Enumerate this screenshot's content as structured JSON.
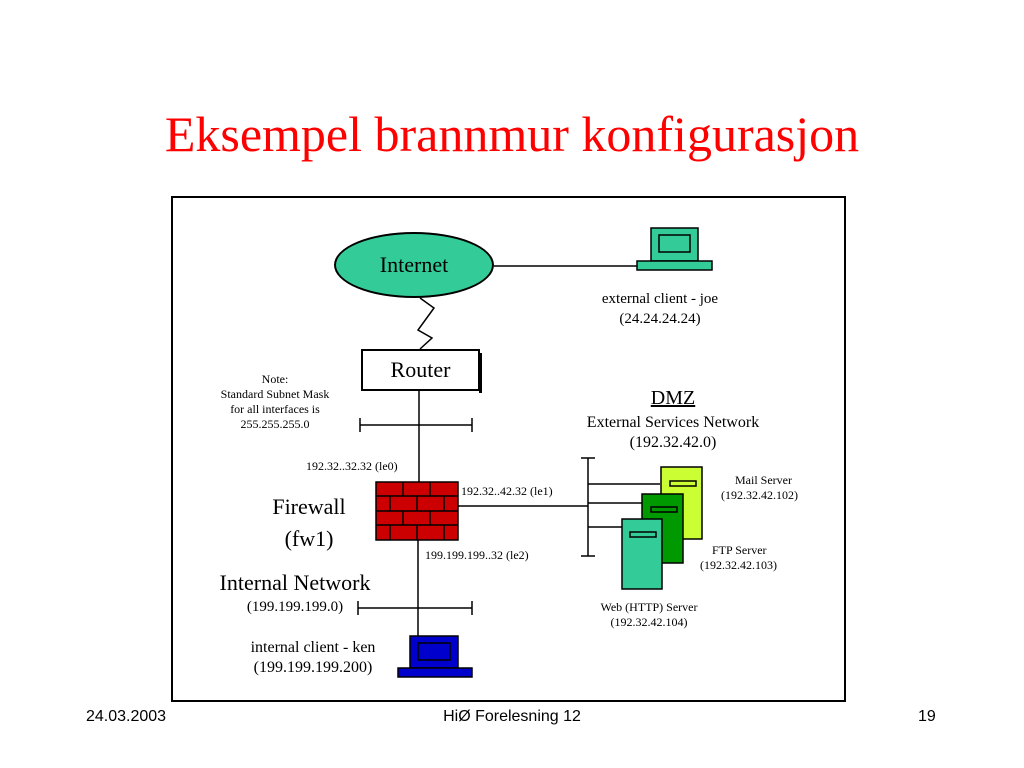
{
  "slide": {
    "title": "Eksempel brannmur konfigurasjon",
    "footer_date": "24.03.2003",
    "footer_center": "HiØ Forelesning 12",
    "page_number": "19"
  },
  "diagram": {
    "internet": "Internet",
    "external_client_name": "external client - joe",
    "external_client_ip": "(24.24.24.24)",
    "router": "Router",
    "note": [
      "Note:",
      "Standard Subnet Mask",
      "for all interfaces is",
      "255.255.255.0"
    ],
    "le0": "192.32..32.32 (le0)",
    "le1": "192.32..42.32 (le1)",
    "le2": "199.199.199..32 (le2)",
    "firewall": "Firewall",
    "firewall_id": "(fw1)",
    "dmz": "DMZ",
    "dmz_network": "External Services Network",
    "dmz_ip": "(192.32.42.0)",
    "mail_server": "Mail Server",
    "mail_ip": "(192.32.42.102)",
    "ftp_server": "FTP Server",
    "ftp_ip": "(192.32.42.103)",
    "web_server": "Web (HTTP) Server",
    "web_ip": "(192.32.42.104)",
    "internal_network": "Internal Network",
    "internal_ip": "(199.199.199.0)",
    "internal_client_name": "internal client - ken",
    "internal_client_ip": "(199.199.199.200)"
  },
  "colors": {
    "title": "#ff0000",
    "internet": "#33cc99",
    "firewall_brick": "#cc0000",
    "mail_server": "#ccff33",
    "ftp_server": "#009900",
    "web_server": "#33cc99",
    "external_client": "#33cc99",
    "internal_client": "#0000cc"
  }
}
